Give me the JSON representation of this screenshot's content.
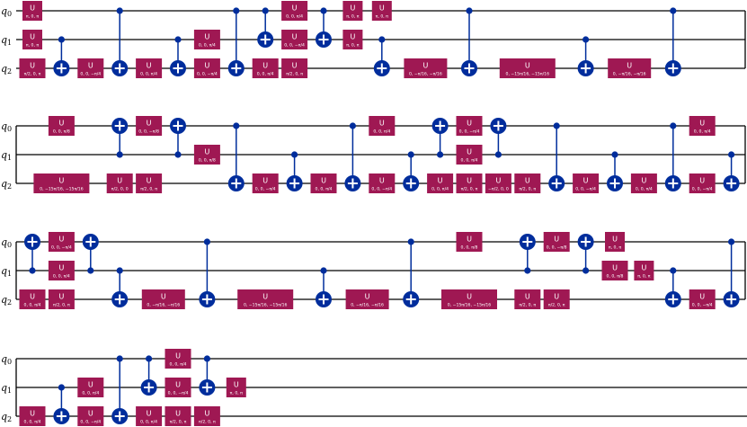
{
  "colors": {
    "gate": "#9F1853",
    "control": "#002D9C",
    "wire": "#000000",
    "text": "#FFFFFF"
  },
  "qubits": [
    {
      "name": "q",
      "index": "0"
    },
    {
      "name": "q",
      "index": "1"
    },
    {
      "name": "q",
      "index": "2"
    }
  ],
  "gate_name": "U",
  "rows": [
    {
      "closed_left": false,
      "closed_right": true,
      "columns": [
        {
          "col": 0,
          "ops": [
            {
              "u": 0,
              "p": "π, 0, π"
            },
            {
              "u": 1,
              "p": "π, 0, π"
            },
            {
              "u": 2,
              "p": "π/2, 0, π"
            }
          ]
        },
        {
          "col": 1,
          "ops": [
            {
              "cx": [
                1,
                2
              ]
            }
          ]
        },
        {
          "col": 2,
          "ops": [
            {
              "u": 2,
              "p": "0, 0, −π/4"
            }
          ]
        },
        {
          "col": 3,
          "ops": [
            {
              "cx": [
                0,
                2
              ]
            }
          ]
        },
        {
          "col": 4,
          "ops": [
            {
              "u": 2,
              "p": "0, 0, π/4"
            }
          ]
        },
        {
          "col": 5,
          "ops": [
            {
              "cx": [
                1,
                2
              ]
            }
          ]
        },
        {
          "col": 6,
          "ops": [
            {
              "u": 1,
              "p": "0, 0, π/4"
            },
            {
              "u": 2,
              "p": "0, 0, −π/4"
            }
          ]
        },
        {
          "col": 7,
          "ops": [
            {
              "cx": [
                0,
                2
              ]
            }
          ]
        },
        {
          "col": 8,
          "ops": [
            {
              "cx": [
                0,
                1
              ]
            },
            {
              "u": 2,
              "p": "0, 0, π/4"
            }
          ]
        },
        {
          "col": 9,
          "ops": [
            {
              "u": 0,
              "p": "0, 0, π/4"
            },
            {
              "u": 1,
              "p": "0, 0, −π/4"
            },
            {
              "u": 2,
              "p": "π/2, 0, π"
            }
          ]
        },
        {
          "col": 10,
          "ops": [
            {
              "cx": [
                0,
                1
              ]
            }
          ]
        },
        {
          "col": 11,
          "ops": [
            {
              "u": 0,
              "p": "π, 0, π"
            },
            {
              "u": 1,
              "p": "π, 0, π"
            }
          ]
        },
        {
          "col": 12,
          "ops": [
            {
              "u": 0,
              "p": "π, 0, π"
            },
            {
              "cx": [
                1,
                2
              ]
            }
          ]
        },
        {
          "col": 13.5,
          "ops": [
            {
              "u": 2,
              "p": "0, −π/16, −π/16"
            }
          ]
        },
        {
          "col": 15,
          "ops": [
            {
              "cx": [
                0,
                2
              ]
            }
          ]
        },
        {
          "col": 17,
          "ops": [
            {
              "u": 2,
              "p": "0, −15π/16, −15π/16"
            }
          ]
        },
        {
          "col": 19,
          "ops": [
            {
              "cx": [
                1,
                2
              ]
            }
          ]
        },
        {
          "col": 20.5,
          "ops": [
            {
              "u": 2,
              "p": "0, −π/16, −π/16"
            }
          ]
        },
        {
          "col": 22,
          "ops": [
            {
              "cx": [
                0,
                2
              ]
            }
          ]
        }
      ]
    },
    {
      "closed_left": true,
      "closed_right": true,
      "columns": [
        {
          "col": 1,
          "ops": [
            {
              "u": 0,
              "p": "0, 0, π/8"
            },
            {
              "u": 2,
              "p": "0, −15π/16, −15π/16"
            }
          ]
        },
        {
          "col": 3,
          "ops": [
            {
              "cx": [
                1,
                0
              ]
            },
            {
              "u": 2,
              "p": "π/2, 0, 0"
            }
          ]
        },
        {
          "col": 4,
          "ops": [
            {
              "u": 0,
              "p": "0, 0, −π/8"
            },
            {
              "u": 2,
              "p": "π/2, 0, π"
            }
          ]
        },
        {
          "col": 5,
          "ops": [
            {
              "cx": [
                1,
                0
              ]
            }
          ]
        },
        {
          "col": 6,
          "ops": [
            {
              "u": 1,
              "p": "0, 0, π/8"
            }
          ]
        },
        {
          "col": 7,
          "ops": [
            {
              "cx": [
                0,
                2
              ]
            }
          ]
        },
        {
          "col": 8,
          "ops": [
            {
              "u": 2,
              "p": "0, 0, −π/4"
            }
          ]
        },
        {
          "col": 9,
          "ops": [
            {
              "cx": [
                1,
                2
              ]
            }
          ]
        },
        {
          "col": 10,
          "ops": [
            {
              "u": 2,
              "p": "0, 0, π/4"
            }
          ]
        },
        {
          "col": 11,
          "ops": [
            {
              "cx": [
                0,
                2
              ]
            }
          ]
        },
        {
          "col": 12,
          "ops": [
            {
              "u": 0,
              "p": "0, 0, π/4"
            },
            {
              "u": 2,
              "p": "0, 0, −π/4"
            }
          ]
        },
        {
          "col": 13,
          "ops": [
            {
              "cx": [
                1,
                2
              ]
            }
          ]
        },
        {
          "col": 14,
          "ops": [
            {
              "cx": [
                1,
                0
              ]
            },
            {
              "u": 2,
              "p": "0, 0, π/4"
            }
          ]
        },
        {
          "col": 15,
          "ops": [
            {
              "u": 0,
              "p": "0, 0, −π/4"
            },
            {
              "u": 1,
              "p": "0, 0, π/4"
            },
            {
              "u": 2,
              "p": "π/2, 0, π"
            }
          ]
        },
        {
          "col": 16,
          "ops": [
            {
              "cx": [
                1,
                0
              ]
            },
            {
              "u": 2,
              "p": "−π/2, 0, 0"
            }
          ]
        },
        {
          "col": 17,
          "ops": [
            {
              "u": 2,
              "p": "π/2, 0, π"
            }
          ]
        },
        {
          "col": 18,
          "ops": [
            {
              "cx": [
                0,
                2
              ]
            }
          ]
        },
        {
          "col": 19,
          "ops": [
            {
              "u": 2,
              "p": "0, 0, −π/4"
            }
          ]
        },
        {
          "col": 20,
          "ops": [
            {
              "cx": [
                1,
                2
              ]
            }
          ]
        },
        {
          "col": 21,
          "ops": [
            {
              "u": 2,
              "p": "0, 0, π/4"
            }
          ]
        },
        {
          "col": 22,
          "ops": [
            {
              "cx": [
                0,
                2
              ]
            }
          ]
        },
        {
          "col": 23,
          "ops": [
            {
              "u": 0,
              "p": "0, 0, π/4"
            },
            {
              "u": 2,
              "p": "0, 0, −π/4"
            }
          ]
        },
        {
          "col": 24,
          "ops": [
            {
              "cx": [
                1,
                2
              ]
            }
          ]
        }
      ]
    },
    {
      "closed_left": true,
      "closed_right": true,
      "columns": [
        {
          "col": 0,
          "ops": [
            {
              "cx": [
                1,
                0
              ]
            },
            {
              "u": 2,
              "p": "0, 0, π/4"
            }
          ]
        },
        {
          "col": 1,
          "ops": [
            {
              "u": 0,
              "p": "0, 0, −π/4"
            },
            {
              "u": 1,
              "p": "0, 0, π/4"
            },
            {
              "u": 2,
              "p": "π/2, 0, π"
            }
          ]
        },
        {
          "col": 2,
          "ops": [
            {
              "cx": [
                1,
                0
              ]
            }
          ]
        },
        {
          "col": 3,
          "ops": [
            {
              "cx": [
                1,
                2
              ]
            }
          ]
        },
        {
          "col": 4.5,
          "ops": [
            {
              "u": 2,
              "p": "0, −π/16, −π/16"
            }
          ]
        },
        {
          "col": 6,
          "ops": [
            {
              "cx": [
                0,
                2
              ]
            }
          ]
        },
        {
          "col": 8,
          "ops": [
            {
              "u": 2,
              "p": "0, −15π/16, −15π/16"
            }
          ]
        },
        {
          "col": 10,
          "ops": [
            {
              "cx": [
                1,
                2
              ]
            }
          ]
        },
        {
          "col": 11.5,
          "ops": [
            {
              "u": 2,
              "p": "0, −π/16, −π/16"
            }
          ]
        },
        {
          "col": 13,
          "ops": [
            {
              "cx": [
                0,
                2
              ]
            }
          ]
        },
        {
          "col": 15,
          "ops": [
            {
              "u": 0,
              "p": "0, 0, π/8"
            },
            {
              "u": 2,
              "p": "0, −15π/16, −15π/16"
            }
          ]
        },
        {
          "col": 17,
          "ops": [
            {
              "cx": [
                1,
                0
              ]
            },
            {
              "u": 2,
              "p": "π/2, 0, π"
            }
          ]
        },
        {
          "col": 18,
          "ops": [
            {
              "u": 0,
              "p": "0, 0, −π/8"
            },
            {
              "u": 2,
              "p": "π/2, 0, π"
            }
          ]
        },
        {
          "col": 19,
          "ops": [
            {
              "cx": [
                1,
                0
              ]
            }
          ]
        },
        {
          "col": 20,
          "ops": [
            {
              "u": 0,
              "p": "π, 0, π"
            },
            {
              "u": 1,
              "p": "0, 0, π/8"
            }
          ]
        },
        {
          "col": 21,
          "ops": [
            {
              "u": 1,
              "p": "π, 0, π"
            }
          ]
        },
        {
          "col": 22,
          "ops": [
            {
              "cx": [
                1,
                2
              ]
            }
          ]
        },
        {
          "col": 23,
          "ops": [
            {
              "u": 2,
              "p": "0, 0, −π/4"
            }
          ]
        },
        {
          "col": 24,
          "ops": [
            {
              "cx": [
                0,
                2
              ]
            }
          ]
        }
      ]
    },
    {
      "closed_left": true,
      "closed_right": false,
      "columns": [
        {
          "col": 0,
          "ops": [
            {
              "u": 2,
              "p": "0, 0, π/4"
            }
          ]
        },
        {
          "col": 1,
          "ops": [
            {
              "cx": [
                1,
                2
              ]
            }
          ]
        },
        {
          "col": 2,
          "ops": [
            {
              "u": 1,
              "p": "0, 0, π/4"
            },
            {
              "u": 2,
              "p": "0, 0, −π/4"
            }
          ]
        },
        {
          "col": 3,
          "ops": [
            {
              "cx": [
                0,
                2
              ]
            }
          ]
        },
        {
          "col": 4,
          "ops": [
            {
              "cx": [
                0,
                1
              ]
            },
            {
              "u": 2,
              "p": "0, 0, π/4"
            }
          ]
        },
        {
          "col": 5,
          "ops": [
            {
              "u": 0,
              "p": "0, 0, π/4"
            },
            {
              "u": 1,
              "p": "0, 0, −π/4"
            },
            {
              "u": 2,
              "p": "π/2, 0, π"
            }
          ]
        },
        {
          "col": 6,
          "ops": [
            {
              "cx": [
                0,
                1
              ]
            },
            {
              "u": 2,
              "p": "π/2, 0, π"
            }
          ]
        },
        {
          "col": 7,
          "ops": [
            {
              "u": 1,
              "p": "π, 0, π"
            }
          ]
        }
      ]
    }
  ]
}
